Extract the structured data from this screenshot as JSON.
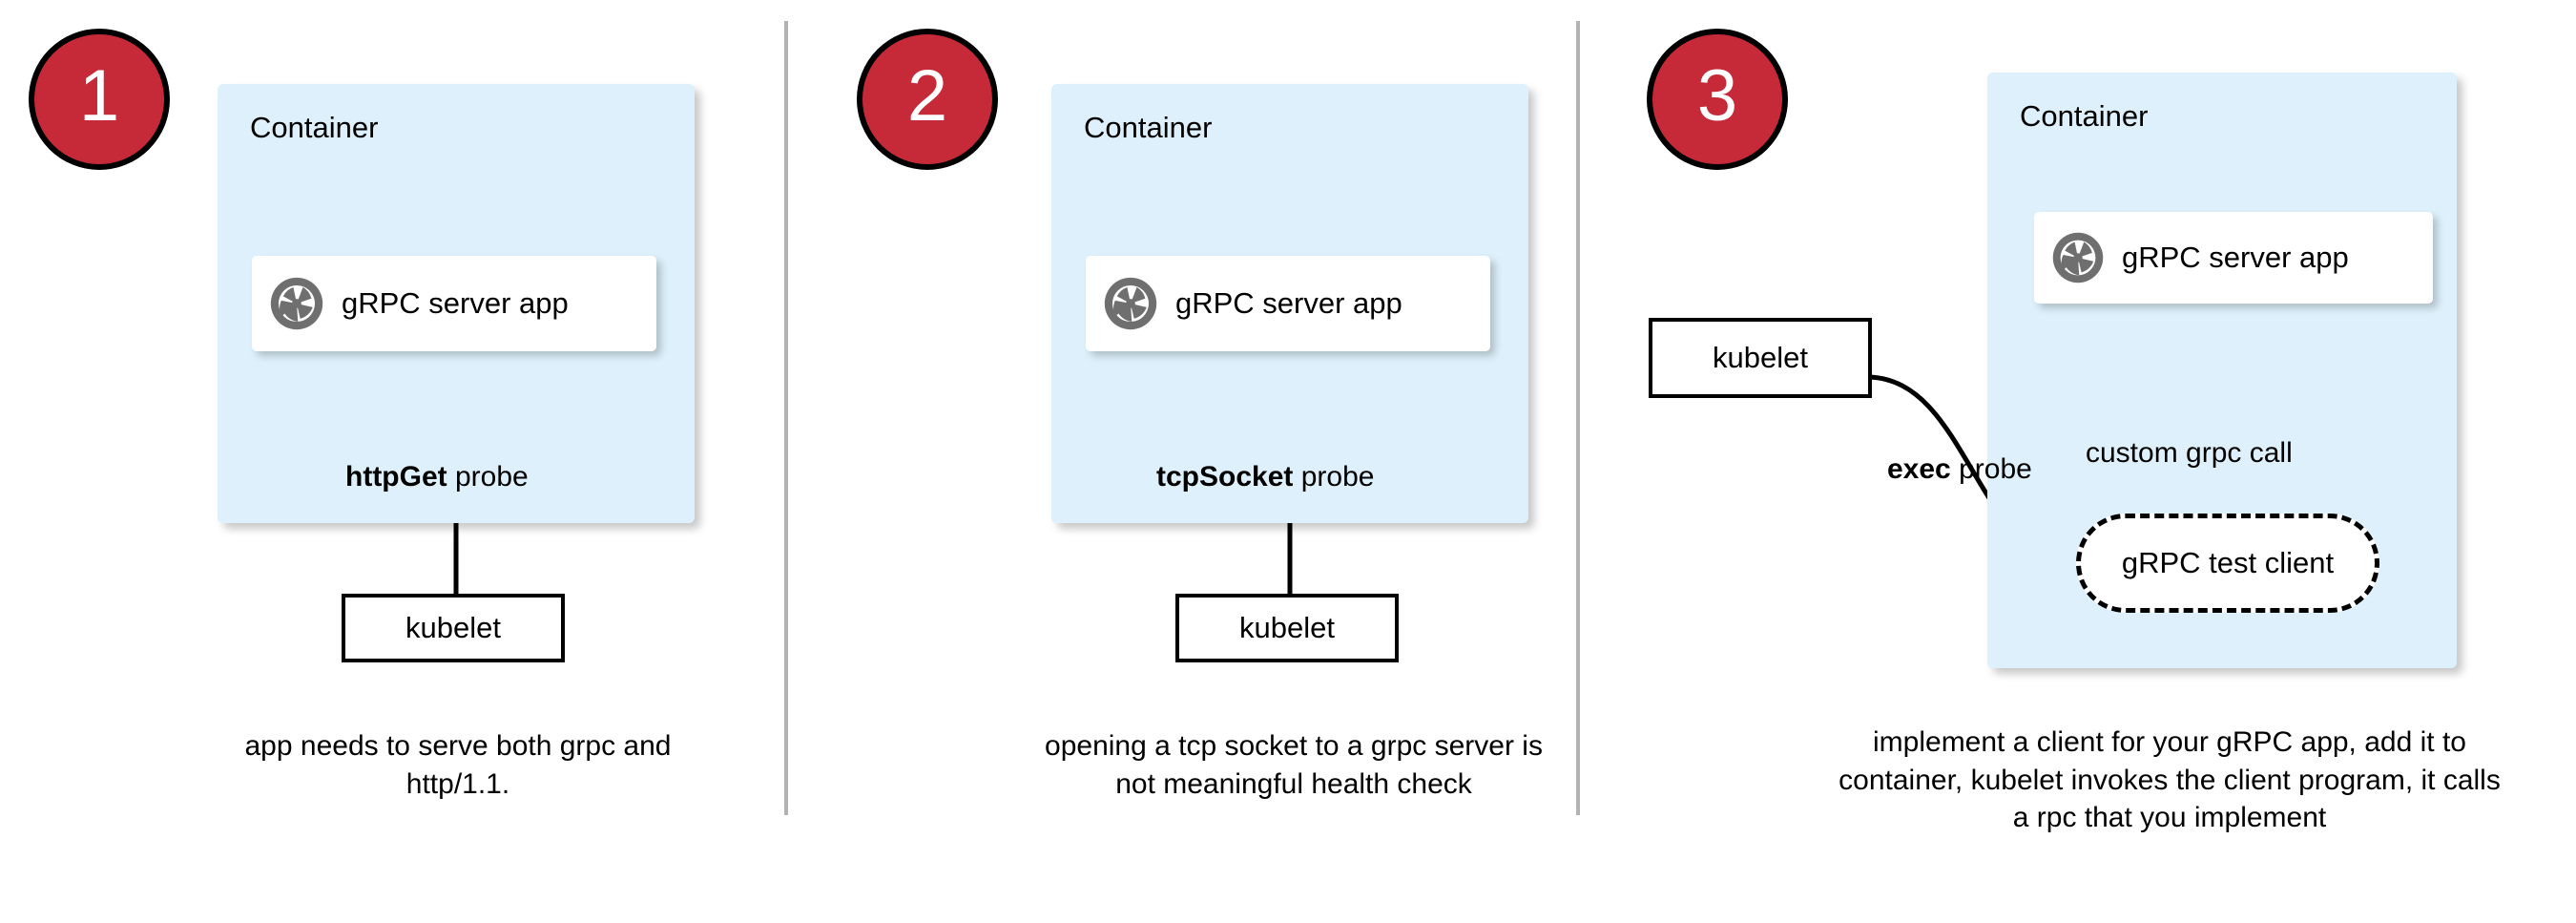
{
  "diagram": {
    "title": "gRPC health check probe approaches",
    "colors": {
      "badge_fill": "#c62a38",
      "badge_text": "#ffffff",
      "container_fill": "#ddf0fb",
      "card_fill": "#ffffff",
      "stroke": "#000000",
      "divider": "#b3b3b3",
      "icon_gray": "#6f6f6f"
    }
  },
  "panels": [
    {
      "badge": "1",
      "container_label": "Container",
      "app_label": "gRPC server app",
      "app_icon": "aperture-icon",
      "probe_label_bold": "httpGet",
      "probe_label_rest": " probe",
      "kubelet_label": "kubelet",
      "caption": "app needs to serve both grpc and http/1.1."
    },
    {
      "badge": "2",
      "container_label": "Container",
      "app_label": "gRPC server app",
      "app_icon": "aperture-icon",
      "probe_label_bold": "tcpSocket",
      "probe_label_rest": " probe",
      "kubelet_label": "kubelet",
      "caption": "opening a tcp socket to a grpc server is not meaningful health check"
    },
    {
      "badge": "3",
      "container_label": "Container",
      "app_label": "gRPC server app",
      "app_icon": "aperture-icon",
      "probe_label_bold": "exec",
      "probe_label_rest": " probe",
      "kubelet_label": "kubelet",
      "test_client_label": "gRPC test client",
      "grpc_call_label": "custom grpc call",
      "caption": "implement a client for your gRPC app, add it to container, kubelet invokes the client program, it calls a rpc that you implement"
    }
  ]
}
